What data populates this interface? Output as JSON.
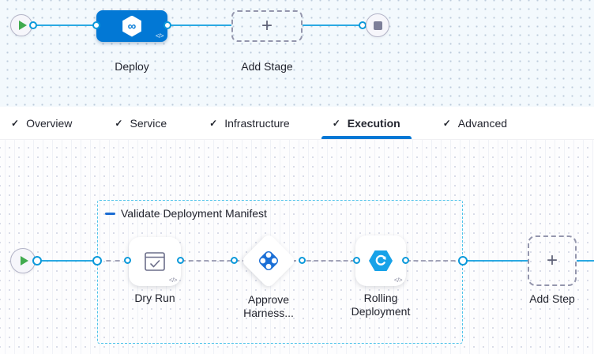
{
  "icons": {
    "check": "✓",
    "plus": "+",
    "code": "</>",
    "infinity": "∞"
  },
  "stage_pipeline": {
    "stage_label": "Deploy",
    "add_stage_label": "Add Stage"
  },
  "tabs": {
    "items": [
      {
        "label": "Overview",
        "active": false
      },
      {
        "label": "Service",
        "active": false
      },
      {
        "label": "Infrastructure",
        "active": false
      },
      {
        "label": "Execution",
        "active": true
      },
      {
        "label": "Advanced",
        "active": false
      }
    ]
  },
  "execution": {
    "group_label": "Validate Deployment Manifest",
    "steps": {
      "dry_run": "Dry Run",
      "approve": "Approve Harness...",
      "rolling": "Rolling Deployment"
    },
    "add_step_label": "Add Step"
  },
  "colors": {
    "accent": "#0278d5",
    "line_blue": "#2aa9e2",
    "group_border": "#4ec3ea",
    "success_green": "#41ab4f"
  }
}
